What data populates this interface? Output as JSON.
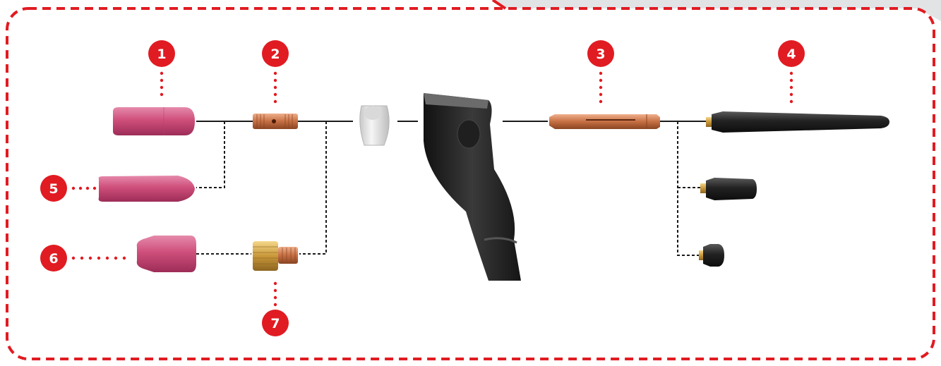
{
  "colors": {
    "frame": "#e11b22",
    "badge": "#e11b22",
    "badge_text": "#ffffff",
    "header_gray": "#e2e3e5",
    "connector": "#1a1a1a",
    "ceramic_pink": "#d2567f",
    "copper": "#c9764a",
    "brass": "#d6a640",
    "cap_black": "#1b1b1b",
    "insulator_white": "#e6e6e6"
  },
  "callouts": [
    {
      "id": "1",
      "label": "1"
    },
    {
      "id": "2",
      "label": "2"
    },
    {
      "id": "3",
      "label": "3"
    },
    {
      "id": "4",
      "label": "4"
    },
    {
      "id": "5",
      "label": "5"
    },
    {
      "id": "6",
      "label": "6"
    },
    {
      "id": "7",
      "label": "7"
    }
  ]
}
